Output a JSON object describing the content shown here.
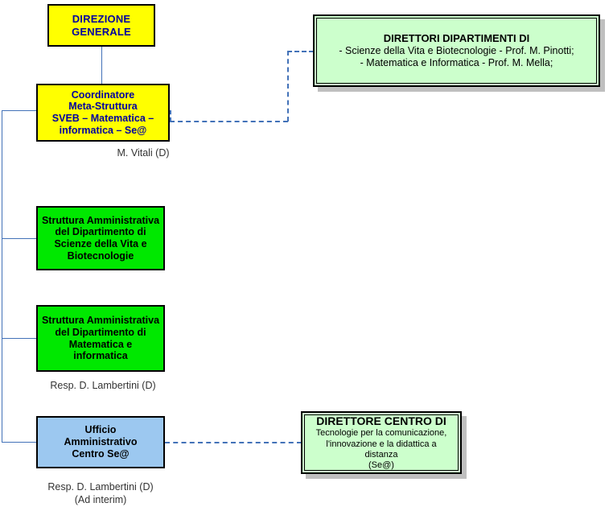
{
  "chart_data": {
    "type": "diagram",
    "title": "Organigramma Meta-Struttura SVEB – Matematica – Informatica – Se@",
    "nodes": [
      {
        "id": "direzione-generale",
        "label": "DIREZIONE\nGENERALE",
        "color": "#ffff00"
      },
      {
        "id": "coordinatore",
        "label": "Coordinatore\nMeta-Struttura\nSVEB – Matematica –\ninformatica – Se@",
        "color": "#ffff00"
      },
      {
        "id": "direttori-dipartimenti",
        "label": "DIRETTORI DIPARTIMENTI DI",
        "color": "#ccffcc"
      },
      {
        "id": "struttura-sveb",
        "label": "Struttura Amministrativa del Dipartimento di Scienze della Vita e Biotecnologie",
        "color": "#00e800"
      },
      {
        "id": "struttura-matematica",
        "label": "Struttura Amministrativa del Dipartimento di Matematica e informatica",
        "color": "#00e800"
      },
      {
        "id": "ufficio-centro",
        "label": "Ufficio Amministrativo Centro Se@",
        "color": "#9cc8f0"
      },
      {
        "id": "direttore-centro",
        "label": "DIRETTORE CENTRO DI",
        "color": "#ccffcc"
      }
    ],
    "edges": [
      {
        "from": "direzione-generale",
        "to": "coordinatore",
        "style": "solid"
      },
      {
        "from": "coordinatore",
        "to": "direttori-dipartimenti",
        "style": "dashed"
      },
      {
        "from": "coordinatore",
        "to": "struttura-sveb",
        "style": "solid"
      },
      {
        "from": "coordinatore",
        "to": "struttura-matematica",
        "style": "solid"
      },
      {
        "from": "coordinatore",
        "to": "ufficio-centro",
        "style": "solid"
      },
      {
        "from": "ufficio-centro",
        "to": "direttore-centro",
        "style": "dashed"
      }
    ]
  },
  "boxes": {
    "direzione_generale": {
      "line1": "DIREZIONE",
      "line2": "GENERALE"
    },
    "coordinatore": {
      "line1": "Coordinatore",
      "line2": "Meta-Struttura",
      "line3": "SVEB – Matematica –",
      "line4": "informatica – Se@"
    },
    "direttori_dipartimenti": {
      "title": "DIRETTORI DIPARTIMENTI DI",
      "line1": "-  Scienze della Vita e Biotecnologie - Prof. M. Pinotti;",
      "line2": "- Matematica e Informatica - Prof. M. Mella;"
    },
    "struttura_sveb": {
      "line1": "Struttura Amministrativa",
      "line2": "del Dipartimento di",
      "line3": "Scienze della Vita e",
      "line4": "Biotecnologie"
    },
    "struttura_matematica": {
      "line1": "Struttura Amministrativa",
      "line2": "del Dipartimento di",
      "line3": "Matematica e",
      "line4": "informatica"
    },
    "ufficio_centro": {
      "line1": "Ufficio",
      "line2": "Amministrativo",
      "line3": "Centro Se@"
    },
    "direttore_centro": {
      "title": "DIRETTORE CENTRO DI",
      "line1": "Tecnologie per la comunicazione,",
      "line2": "l'innovazione e la didattica a distanza",
      "line3": "(Se@)"
    }
  },
  "captions": {
    "coordinatore": "M. Vitali (D)",
    "struttura_matematica": "Resp. D. Lambertini (D)",
    "ufficio_centro": "Resp. D. Lambertini (D)\n(Ad interim)"
  },
  "colors": {
    "yellow_fill": "#ffff00",
    "green_fill": "#00e800",
    "mint_fill": "#ccffcc",
    "blue_fill": "#9cc8f0",
    "connector": "#4372b8",
    "border": "#000000",
    "shadow": "#bfbfbf",
    "yellow_text": "#0000a0",
    "caption_text": "#333333"
  }
}
